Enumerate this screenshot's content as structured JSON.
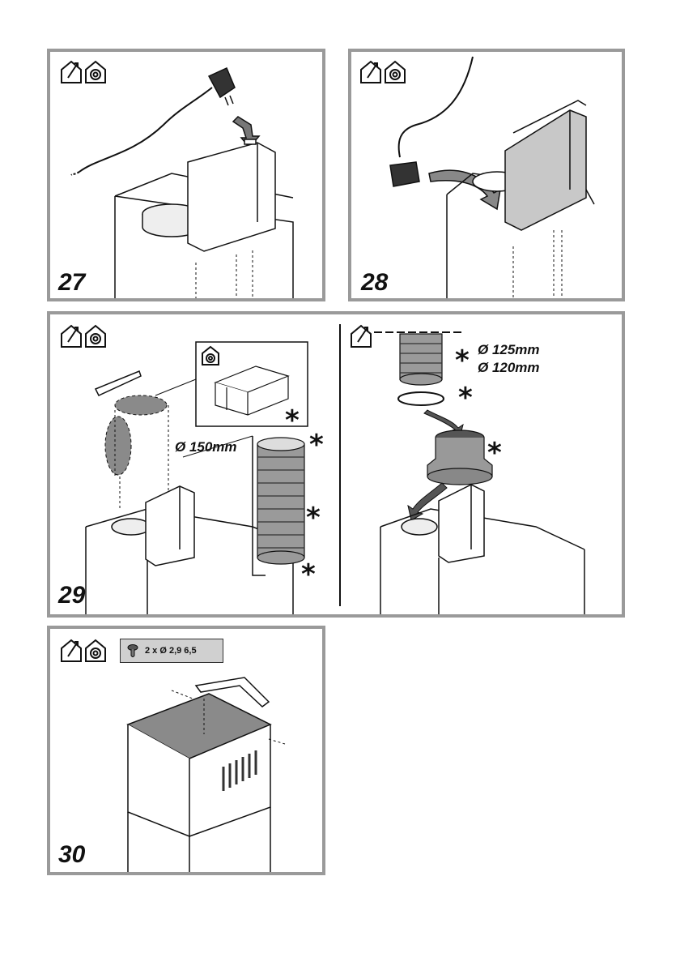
{
  "steps": [
    {
      "number": "27"
    },
    {
      "number": "28"
    },
    {
      "number": "29"
    },
    {
      "number": "30"
    }
  ],
  "dimensions": {
    "duct_150": "Ø 150mm",
    "duct_125": "Ø 125mm",
    "duct_120": "Ø 120mm"
  },
  "optional_marker": "*",
  "screw_badge": {
    "text": "2 x  Ø 2,9 6,5"
  },
  "icons": [
    "house-extraction-icon",
    "house-recirculation-icon",
    "screw-icon"
  ],
  "colors": {
    "frame": "#9a9a9a",
    "line": "#111111",
    "fill_gray": "#8a8a8a",
    "light_gray": "#d0d0d0"
  }
}
